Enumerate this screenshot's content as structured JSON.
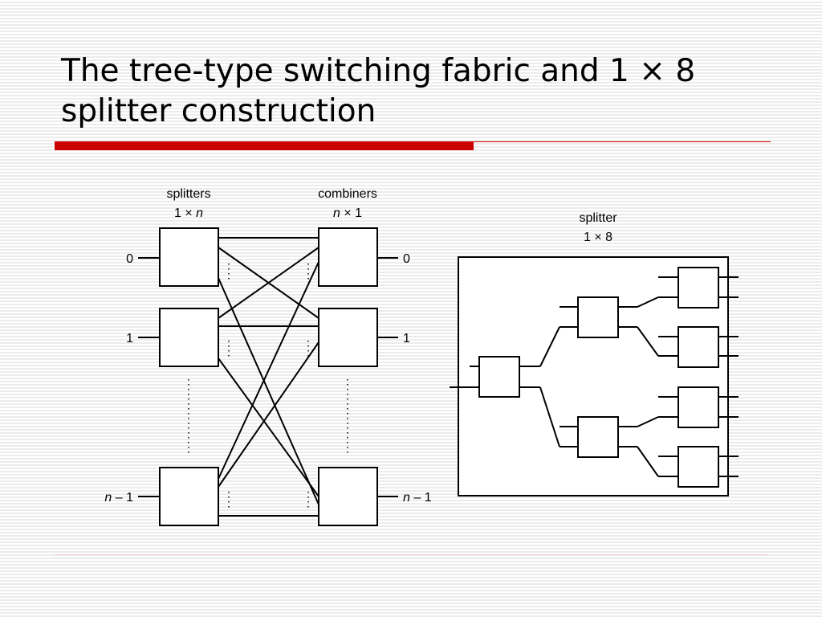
{
  "slide": {
    "title_lines": [
      "The tree-type switching fabric and 1 × 8",
      "splitter construction"
    ]
  },
  "fabric": {
    "splitters_label": "splitters",
    "splitters_size_pre": "1 × ",
    "splitters_size_var": "n",
    "combiners_label": "combiners",
    "combiners_size_var": "n",
    "combiners_size_post": " × 1",
    "input_ports": [
      {
        "var": "",
        "text": "0"
      },
      {
        "var": "",
        "text": "1"
      },
      {
        "var": "n",
        "text": " – 1"
      }
    ],
    "output_ports": [
      {
        "var": "",
        "text": "0"
      },
      {
        "var": "",
        "text": "1"
      },
      {
        "var": "n",
        "text": " – 1"
      }
    ]
  },
  "splitter_detail": {
    "label": "splitter",
    "size": "1 × 8"
  },
  "colors": {
    "accent": "#cc0000",
    "line": "#000000"
  }
}
